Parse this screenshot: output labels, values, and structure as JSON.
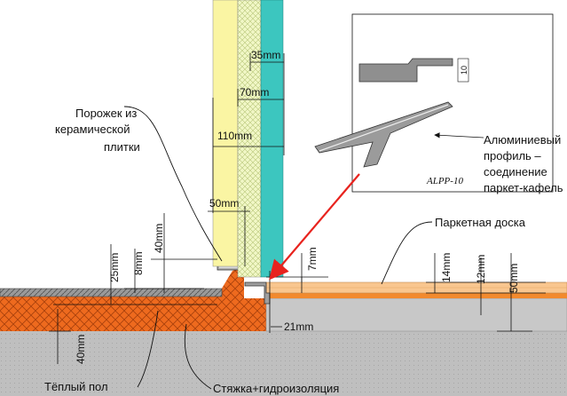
{
  "labels": {
    "threshold_line1": "Порожек из",
    "threshold_line2": "керамической",
    "threshold_line3": "плитки",
    "profile_line1": "Алюминиевый",
    "profile_line2": "профиль –",
    "profile_line3": "соединение",
    "profile_line4": "паркет-кафель",
    "parquet": "Паркетная доска",
    "warm_floor": "Тёплый пол",
    "screed": "Стяжка+гидроизоляция",
    "profile_code": "ALPP-10"
  },
  "dimensions": {
    "d35": "35mm",
    "d70": "70mm",
    "d110": "110mm",
    "d50_top": "50mm",
    "d7": "7mm",
    "d40_left": "40mm",
    "d8": "8mm",
    "d25": "25mm",
    "d40_bottom": "40mm",
    "d21": "21mm",
    "d14": "14mm",
    "d12": "12mm",
    "d50_right": "50mm",
    "profile_h": "10"
  },
  "colors": {
    "wall_yellow": "#faf5a3",
    "wall_mesh": "#f1f7c6",
    "wall_teal": "#3cc6bf",
    "concrete": "#bdbdbd",
    "screed_orange": "#ee6a1e",
    "parquet": "#f9c68f",
    "tile": "#808080",
    "arrow_red": "#e8231e"
  }
}
